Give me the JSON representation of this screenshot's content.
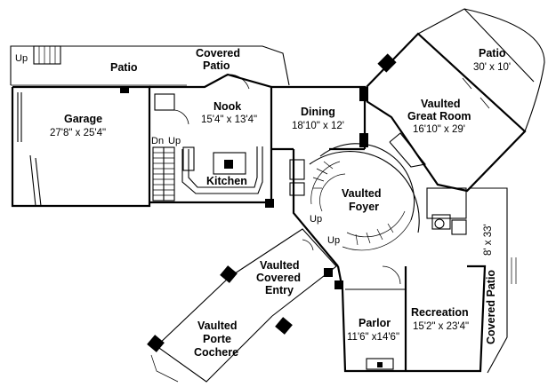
{
  "rooms": {
    "patio_top": {
      "name": "Patio"
    },
    "patio_up": {
      "label": "Up"
    },
    "covered_patio_top": {
      "line1": "Covered",
      "line2": "Patio"
    },
    "garage": {
      "name": "Garage",
      "dims": "27'8\" x 25'4\""
    },
    "nook": {
      "name": "Nook",
      "dims": "15'4\" x 13'4\""
    },
    "kitchen": {
      "name": "Kitchen"
    },
    "stairs_dn": {
      "label": "Dn"
    },
    "stairs_up": {
      "label": "Up"
    },
    "dining": {
      "name": "Dining",
      "dims": "18'10\" x 12'"
    },
    "great_room": {
      "line1": "Vaulted",
      "line2": "Great Room",
      "dims": "16'10\" x 29'"
    },
    "patio_right": {
      "name": "Patio",
      "dims": "30' x 10'"
    },
    "foyer": {
      "line1": "Vaulted",
      "line2": "Foyer",
      "up1": "Up",
      "up2": "Up"
    },
    "covered_entry": {
      "line1": "Vaulted",
      "line2": "Covered",
      "line3": "Entry"
    },
    "porte_cochere": {
      "line1": "Vaulted",
      "line2": "Porte",
      "line3": "Cochere"
    },
    "parlor": {
      "name": "Parlor",
      "dims": "11'6\" x14'6\""
    },
    "recreation": {
      "name": "Recreation",
      "dims": "15'2\" x 23'4\""
    },
    "covered_patio_right": {
      "name": "Covered Patio",
      "dims": "8' x 33'"
    }
  }
}
